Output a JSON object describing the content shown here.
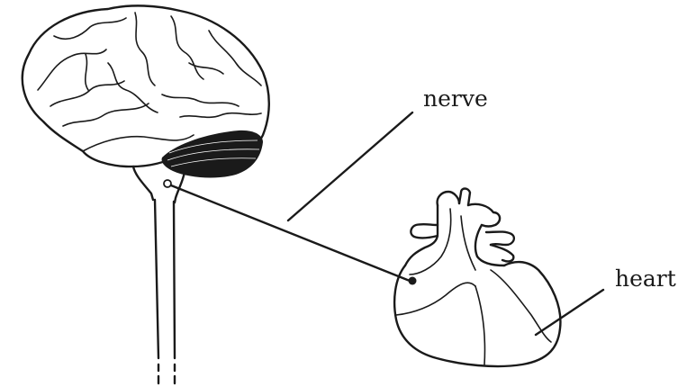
{
  "diagram": {
    "labels": {
      "nerve": "nerve",
      "heart": "heart"
    },
    "parts": [
      "brain",
      "cerebellum",
      "brain-stem",
      "spinal-cord",
      "nerve",
      "heart"
    ],
    "colors": {
      "ink": "#1a1a1a",
      "background": "#ffffff"
    }
  }
}
